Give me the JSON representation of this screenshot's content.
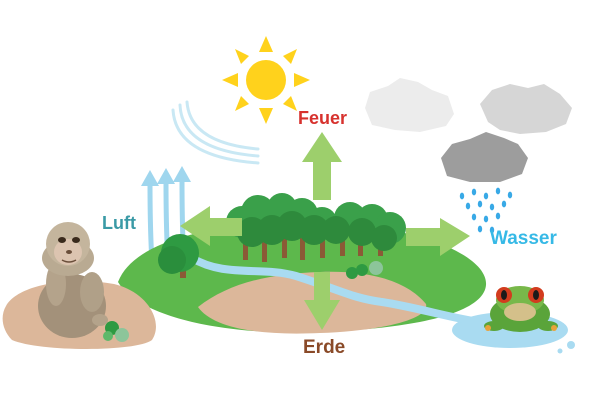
{
  "diagram": {
    "labels": {
      "fire": {
        "text": "Feuer",
        "color": "#d7322e"
      },
      "air": {
        "text": "Luft",
        "color": "#3a9aa6"
      },
      "water": {
        "text": "Wasser",
        "color": "#36b9e6"
      },
      "earth": {
        "text": "Erde",
        "color": "#8a4a28"
      }
    },
    "colors": {
      "arrow": "#9dcf6c",
      "grass": "#5db84c",
      "soil": "#dcb79a",
      "river": "#a9dbf1",
      "sun": "#ffd21c",
      "cloud": "#9d9d9d",
      "rain": "#38a9e6",
      "wind": "#9fd6ee",
      "tree": "#2e9a42"
    },
    "icons": [
      "sun-icon",
      "cloud-icon",
      "rain-icon",
      "wind-icon",
      "monkey-icon",
      "frog-icon",
      "forest-icon"
    ]
  }
}
